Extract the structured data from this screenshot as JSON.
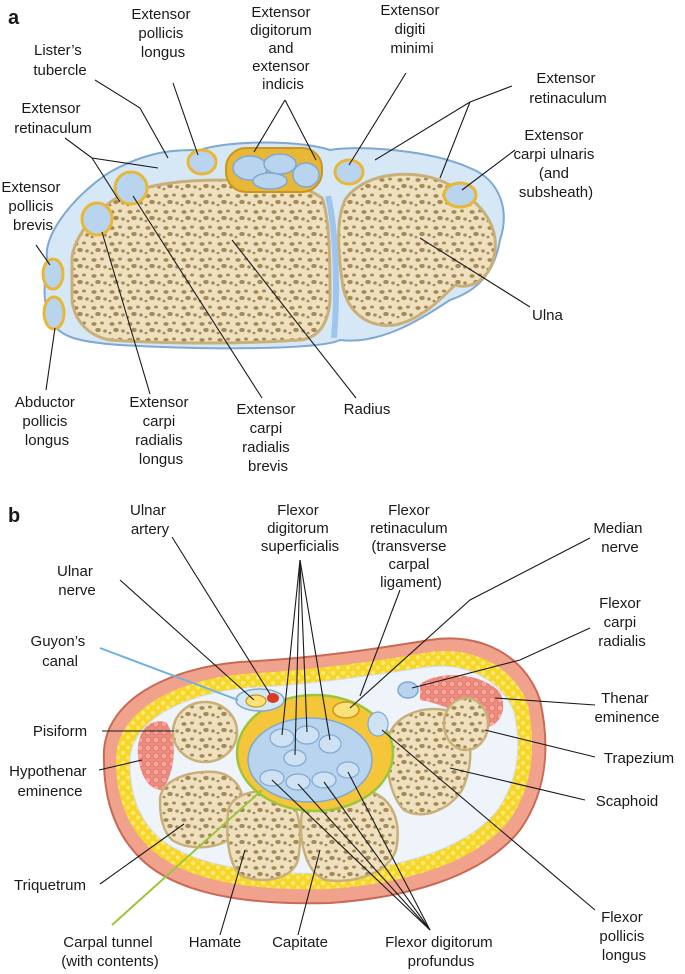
{
  "figure": {
    "panel_a": {
      "letter": "a",
      "labels": {
        "extensor_pollicis_longus": [
          "Extensor",
          "pollicis",
          "longus"
        ],
        "extensor_digitorum": [
          "Extensor",
          "digitorum",
          "and",
          "extensor",
          "indicis"
        ],
        "extensor_digiti_minimi": [
          "Extensor",
          "digiti",
          "minimi"
        ],
        "listers_tubercle": [
          "Lister’s",
          "tubercle"
        ],
        "extensor_retinaculum_right": [
          "Extensor",
          "retinaculum"
        ],
        "extensor_retinaculum_left": [
          "Extensor",
          "retinaculum"
        ],
        "extensor_carpi_ulnaris": [
          "Extensor",
          "carpi ulnaris",
          "(and",
          "subsheath)"
        ],
        "extensor_pollicis_brevis": [
          "Extensor",
          "pollicis",
          "brevis"
        ],
        "ulna": [
          "Ulna"
        ],
        "abductor_pollicis_longus": [
          "Abductor",
          "pollicis",
          "longus"
        ],
        "extensor_carpi_radialis_longus": [
          "Extensor",
          "carpi",
          "radialis",
          "longus"
        ],
        "extensor_carpi_radialis_brevis": [
          "Extensor",
          "carpi",
          "radialis",
          "brevis"
        ],
        "radius": [
          "Radius"
        ]
      }
    },
    "panel_b": {
      "letter": "b",
      "labels": {
        "ulnar_artery": [
          "Ulnar",
          "artery"
        ],
        "flexor_digitorum_superficialis": [
          "Flexor",
          "digitorum",
          "superficialis"
        ],
        "flexor_retinaculum": [
          "Flexor",
          "retinaculum",
          "(transverse",
          "carpal",
          "ligament)"
        ],
        "median_nerve": [
          "Median",
          "nerve"
        ],
        "ulnar_nerve": [
          "Ulnar",
          "nerve"
        ],
        "flexor_carpi_radialis": [
          "Flexor",
          "carpi",
          "radialis"
        ],
        "guyons_canal": [
          "Guyon’s",
          "canal"
        ],
        "thenar_eminence": [
          "Thenar",
          "eminence"
        ],
        "pisiform": [
          "Pisiform"
        ],
        "trapezium": [
          "Trapezium"
        ],
        "hypothenar_eminence": [
          "Hypothenar",
          "eminence"
        ],
        "scaphoid": [
          "Scaphoid"
        ],
        "triquetrum": [
          "Triquetrum"
        ],
        "flexor_pollicis_longus": [
          "Flexor",
          "pollicis",
          "longus"
        ],
        "carpal_tunnel": [
          "Carpal tunnel",
          "(with contents)"
        ],
        "hamate": [
          "Hamate"
        ],
        "capitate": [
          "Capitate"
        ],
        "flexor_digitorum_profundus": [
          "Flexor digitorum",
          "profundus"
        ]
      }
    },
    "colors": {
      "bone": "#efe1bf",
      "bone_pore": "#a58a55",
      "tendon": "#b8d4ee",
      "sheath": "#e8b736",
      "retinaculum": "#d6e7f6",
      "fat": "#f7d62a",
      "skin": "#f0a28c",
      "muscle": "#ef8c7f",
      "artery": "#d93a22",
      "guyon_line": "#6fb1de",
      "tunnel_line": "#9cc53a"
    }
  }
}
